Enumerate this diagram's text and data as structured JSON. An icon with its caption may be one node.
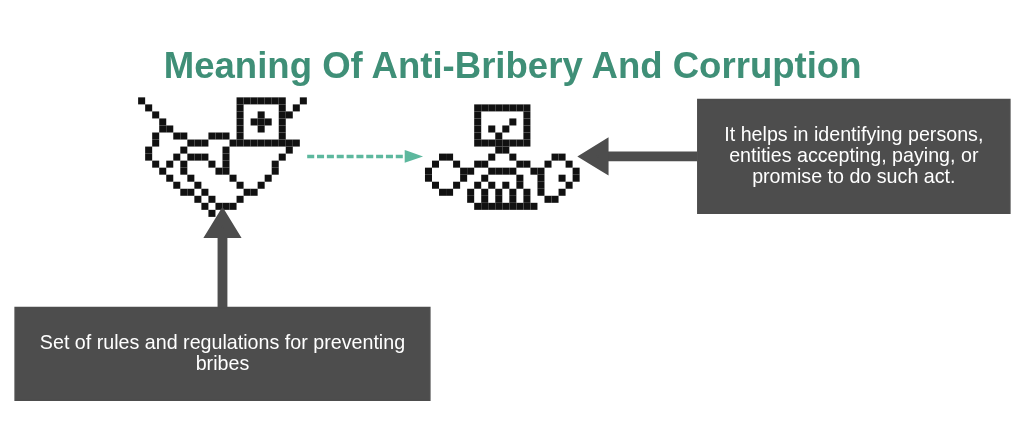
{
  "diagram": {
    "title": "Meaning Of Anti-Bribery And Corruption",
    "nodes": [
      {
        "text": [],
        "shape": "picture"
      },
      {
        "text": [],
        "shape": "picture"
      },
      {
        "text": [
          "Set of rules and regulations for preventing bribes"
        ]
      },
      {
        "text": [
          "It helps in identifying persons, entities accepting, paying, or promise to do such act."
        ]
      }
    ],
    "edges": [
      {
        "from": 0,
        "to": 1,
        "arrow": "to",
        "style": "dashed",
        "color": "#5db89e"
      },
      {
        "from": 2,
        "to": 0,
        "arrow": "to"
      },
      {
        "from": 3,
        "to": 1,
        "arrow": "to"
      }
    ]
  }
}
